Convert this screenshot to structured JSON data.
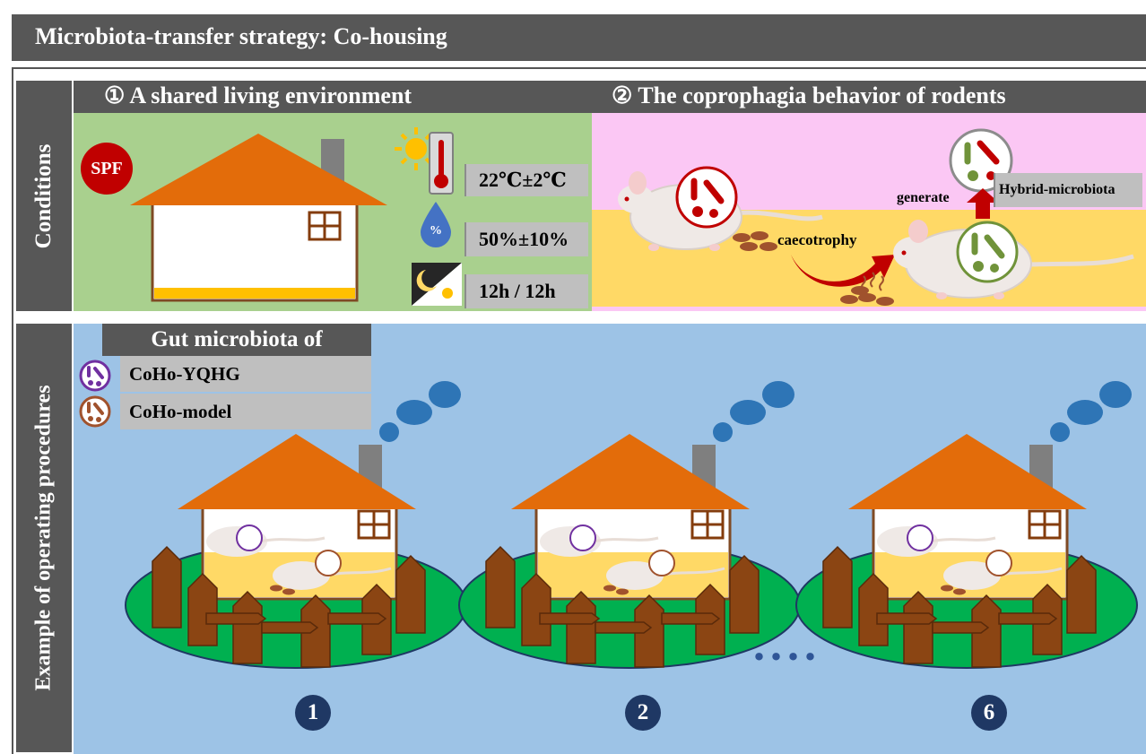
{
  "title": "Microbiota-transfer strategy: Co-housing",
  "side_labels": {
    "conditions": "Conditions",
    "procedures": "Example of operating procedures"
  },
  "panel_1": {
    "heading": "① A shared living environment",
    "badge": "SPF",
    "humidity_icon_text": "%",
    "temperature": "22℃±2℃",
    "humidity": "50%±10%",
    "light_cycle": "12h / 12h"
  },
  "panel_2": {
    "heading": "② The coprophagia behavior of rodents",
    "caecotrophy": "caecotrophy",
    "generate": "generate",
    "hybrid": "Hybrid-microbiota"
  },
  "legend": {
    "heading": "Gut microbiota of",
    "items": [
      {
        "label": "CoHo-YQHG",
        "color": "#7030a0"
      },
      {
        "label": "CoHo-model",
        "color": "#a0522d"
      }
    ]
  },
  "houses": [
    {
      "number": "1"
    },
    {
      "number": "2"
    },
    {
      "number": "6"
    }
  ],
  "ellipsis": "....",
  "colors": {
    "roof": "#e36c0a",
    "fence": "#843c0c",
    "lawn": "#00b050",
    "smoke": "#2e75b6",
    "red_microbe": "#c00000",
    "green_microbe": "#70933a",
    "number_circle": "#1f3864"
  }
}
